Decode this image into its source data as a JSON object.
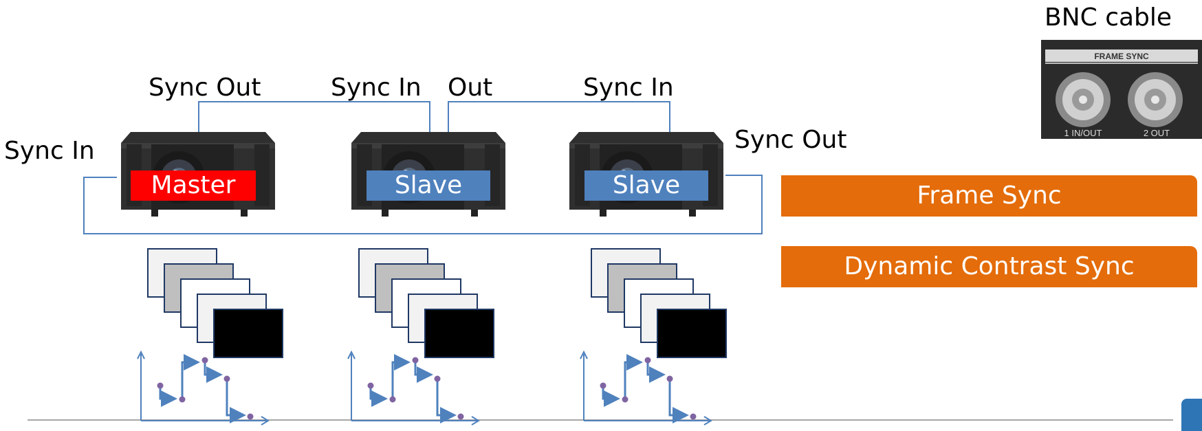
{
  "title": "BNC  cable",
  "connector_panel": {
    "header": "FRAME SYNC",
    "port1_label": "1 IN/OUT",
    "port2_label": "2 OUT"
  },
  "labels": {
    "sync_in_left": "Sync In",
    "sync_out_1": "Sync Out",
    "sync_in_2": "Sync In",
    "out_2": "Out",
    "sync_in_3": "Sync In",
    "sync_out_right": "Sync Out"
  },
  "projectors": [
    {
      "role": "Master",
      "color": "#ff0000"
    },
    {
      "role": "Slave",
      "color": "#4f81bd"
    },
    {
      "role": "Slave",
      "color": "#4f81bd"
    }
  ],
  "features": {
    "frame_sync": "Frame Sync",
    "dynamic_contrast_sync": "Dynamic Contrast Sync"
  },
  "colors": {
    "accent_orange": "#e46c0a",
    "line_blue": "#4f81bd",
    "dot_purple": "#8064a2"
  }
}
